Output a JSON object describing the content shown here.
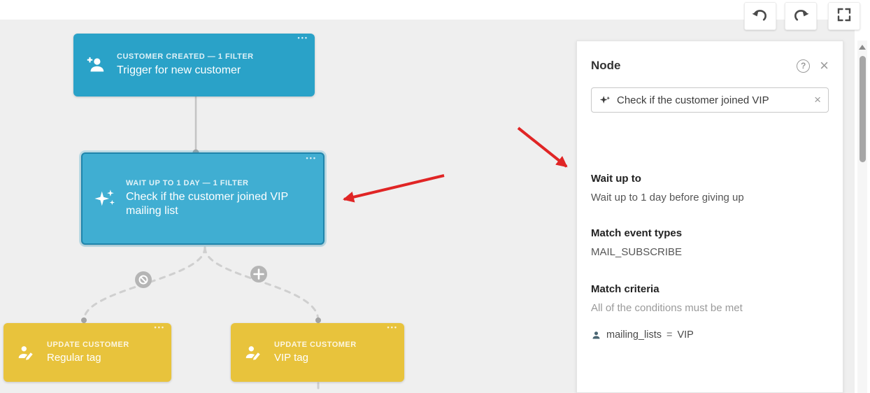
{
  "canvas": {
    "trigger_node": {
      "header": "CUSTOMER CREATED — 1 FILTER",
      "title": "Trigger for new customer"
    },
    "wait_node": {
      "header": "WAIT UP TO 1 DAY — 1 FILTER",
      "title": "Check if the customer joined VIP mailing list"
    },
    "regular_tag_node": {
      "header": "UPDATE CUSTOMER",
      "title": "Regular tag"
    },
    "vip_tag_node": {
      "header": "UPDATE CUSTOMER",
      "title": "VIP tag"
    }
  },
  "panel": {
    "title": "Node",
    "chip": {
      "label": "Check if the customer joined VIP"
    },
    "wait_section": {
      "heading": "Wait up to",
      "body": "Wait up to 1 day before giving up"
    },
    "event_section": {
      "heading": "Match event types",
      "body": "MAIL_SUBSCRIBE"
    },
    "criteria_section": {
      "heading": "Match criteria",
      "note": "All of the conditions must be met",
      "condition": {
        "field": "mailing_lists",
        "operator": "=",
        "value": "VIP"
      }
    }
  },
  "icons": {
    "menu_dots": "•••",
    "help": "?",
    "close": "×",
    "chip_remove": "×"
  },
  "colors": {
    "node_blue": "#2aa2c8",
    "node_blue_selected": "#40aed2",
    "selected_border": "#1f85ac",
    "node_yellow": "#e8c33c",
    "canvas_bg": "#efefef",
    "annotation_red": "#e02525"
  }
}
